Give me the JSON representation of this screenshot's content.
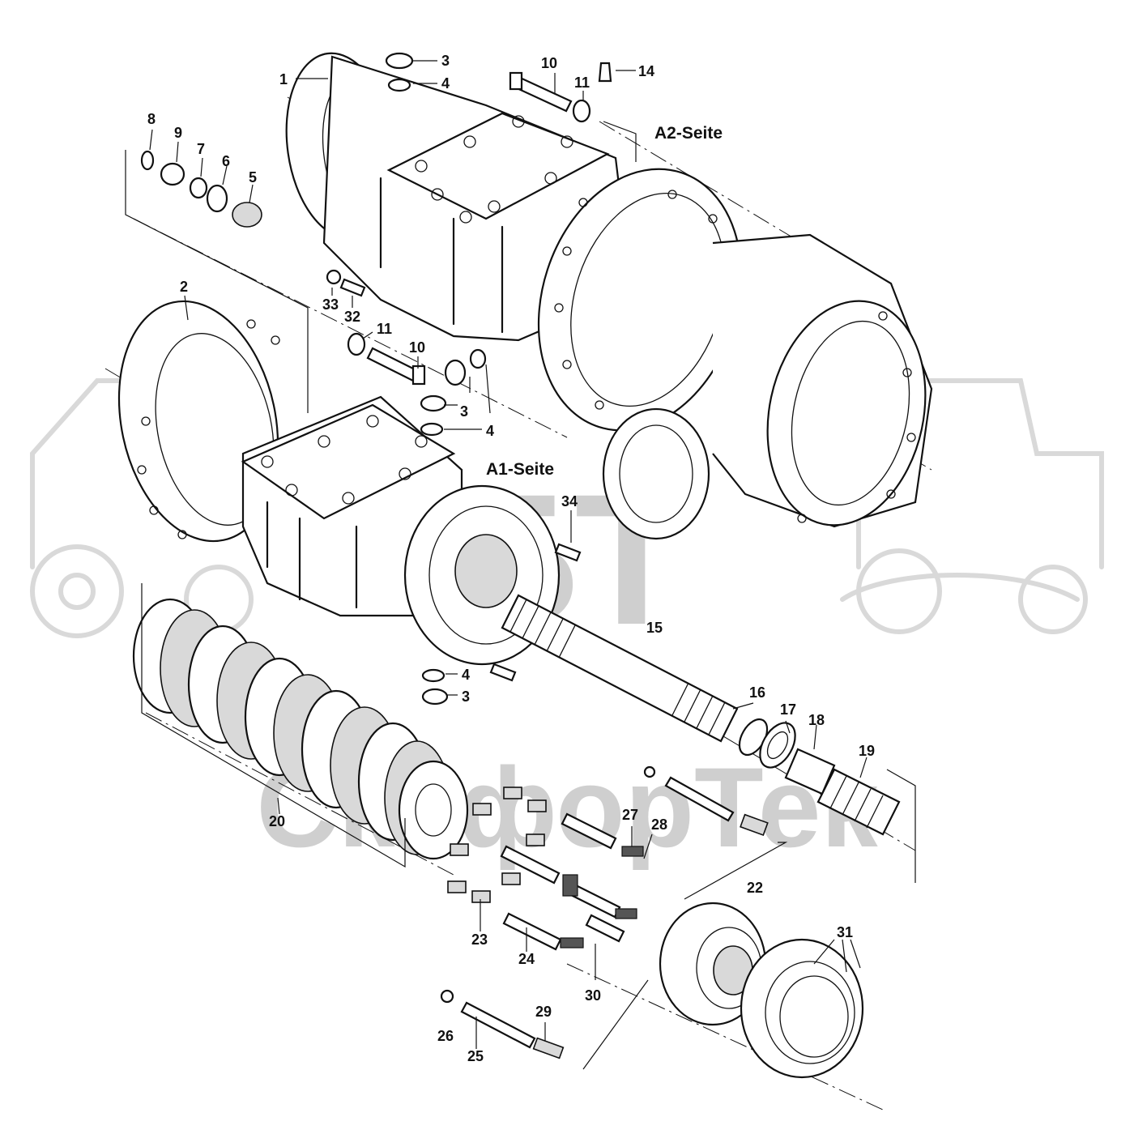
{
  "side_labels": {
    "a2": "A2-Seite",
    "a1": "A1-Seite"
  },
  "watermark": {
    "brand_top": "БТ",
    "brand_bottom": "СкафорТек"
  },
  "callouts": [
    {
      "id": "c1",
      "text": "1"
    },
    {
      "id": "c2",
      "text": "2"
    },
    {
      "id": "c3a",
      "text": "3"
    },
    {
      "id": "c3b",
      "text": "3"
    },
    {
      "id": "c3c",
      "text": "3"
    },
    {
      "id": "c4a",
      "text": "4"
    },
    {
      "id": "c4b",
      "text": "4"
    },
    {
      "id": "c4c",
      "text": "4"
    },
    {
      "id": "c5",
      "text": "5"
    },
    {
      "id": "c6",
      "text": "6"
    },
    {
      "id": "c7",
      "text": "7"
    },
    {
      "id": "c8",
      "text": "8"
    },
    {
      "id": "c9",
      "text": "9"
    },
    {
      "id": "c10a",
      "text": "10"
    },
    {
      "id": "c10b",
      "text": "10"
    },
    {
      "id": "c11a",
      "text": "11"
    },
    {
      "id": "c11b",
      "text": "11"
    },
    {
      "id": "c14",
      "text": "14"
    },
    {
      "id": "c15",
      "text": "15"
    },
    {
      "id": "c16",
      "text": "16"
    },
    {
      "id": "c17",
      "text": "17"
    },
    {
      "id": "c18",
      "text": "18"
    },
    {
      "id": "c19",
      "text": "19"
    },
    {
      "id": "c20",
      "text": "20"
    },
    {
      "id": "c22",
      "text": "22"
    },
    {
      "id": "c23",
      "text": "23"
    },
    {
      "id": "c24",
      "text": "24"
    },
    {
      "id": "c25",
      "text": "25"
    },
    {
      "id": "c26",
      "text": "26"
    },
    {
      "id": "c27",
      "text": "27"
    },
    {
      "id": "c28",
      "text": "28"
    },
    {
      "id": "c29",
      "text": "29"
    },
    {
      "id": "c30",
      "text": "30"
    },
    {
      "id": "c31",
      "text": "31"
    },
    {
      "id": "c32",
      "text": "32"
    },
    {
      "id": "c33",
      "text": "33"
    },
    {
      "id": "c34",
      "text": "34"
    }
  ]
}
